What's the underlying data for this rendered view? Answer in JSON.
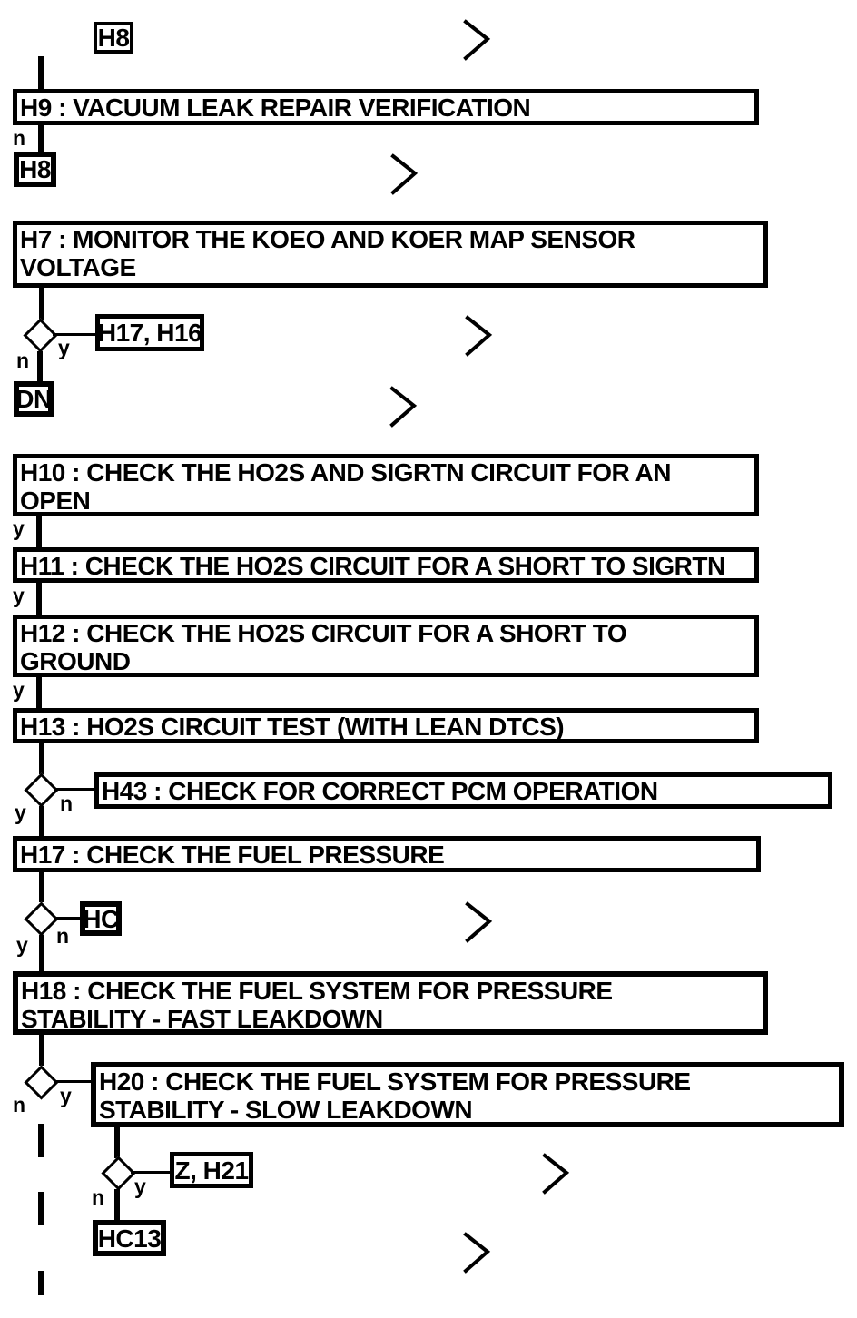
{
  "diagram": {
    "type": "diagnostic-flowchart",
    "colors": {
      "line": "#000000",
      "background": "#ffffff"
    },
    "nodes": {
      "h8_top": "H8",
      "h9": "H9 : VACUUM LEAK REPAIR VERIFICATION",
      "h8_return": "H8",
      "h7": "H7 : MONITOR THE KOEO AND KOER MAP SENSOR\nVOLTAGE",
      "h17_h16": "H17, H16",
      "dn": "DN",
      "h10": "H10 : CHECK THE HO2S AND SIGRTN CIRCUIT FOR AN\nOPEN",
      "h11": "H11 : CHECK THE HO2S CIRCUIT FOR A SHORT TO SIGRTN",
      "h12": "H12 : CHECK THE HO2S CIRCUIT FOR A SHORT TO\nGROUND",
      "h13": "H13 : HO2S CIRCUIT TEST (WITH LEAN DTCS)",
      "h43": "H43 : CHECK FOR CORRECT PCM OPERATION",
      "h17": "H17 : CHECK THE FUEL PRESSURE",
      "hc": "HC",
      "h18": "H18 : CHECK THE FUEL SYSTEM FOR PRESSURE\nSTABILITY - FAST LEAKDOWN",
      "h20": "H20 : CHECK THE FUEL SYSTEM FOR PRESSURE\nSTABILITY - SLOW LEAKDOWN",
      "z_h21": "Z, H21",
      "hc13": "HC13"
    },
    "branch_labels": {
      "yes": "y",
      "no": "n"
    }
  }
}
